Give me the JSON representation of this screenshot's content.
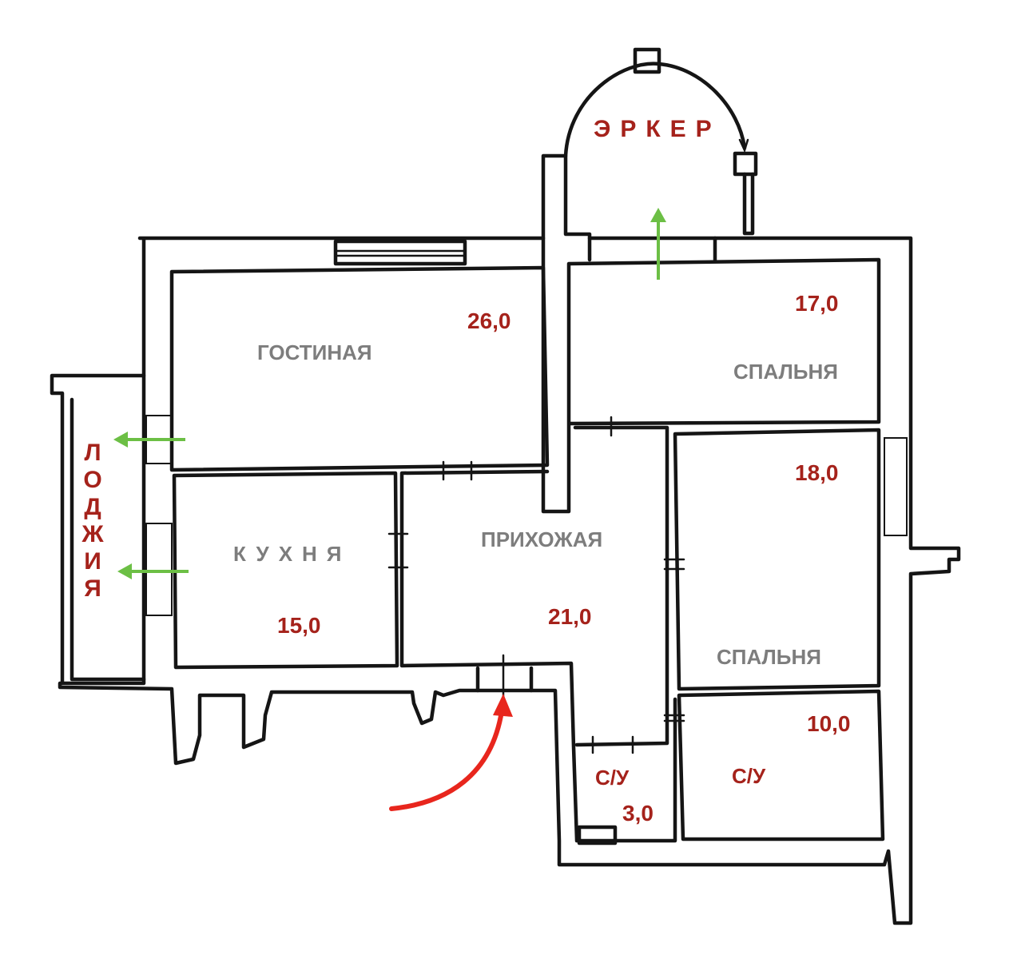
{
  "plan": {
    "bay_window_label": "ЭРКЕР",
    "loggia_label": "ЛОДЖИЯ",
    "rooms": [
      {
        "name": "ГОСТИНАЯ",
        "area": "26,0"
      },
      {
        "name": "СПАЛЬНЯ",
        "area": "17,0"
      },
      {
        "name": "СПАЛЬНЯ",
        "area": "18,0"
      },
      {
        "name": "КУХНЯ",
        "area": "15,0"
      },
      {
        "name": "ПРИХОЖАЯ",
        "area": "21,0"
      },
      {
        "name": "С/У",
        "area": "3,0"
      },
      {
        "name": "С/У",
        "area": "10,0"
      }
    ],
    "colors": {
      "wall": "#151515",
      "label_gray": "#7d7d7d",
      "label_red": "#a5221b",
      "arrow_green": "#6cbf45",
      "arrow_red": "#e8261d"
    }
  }
}
